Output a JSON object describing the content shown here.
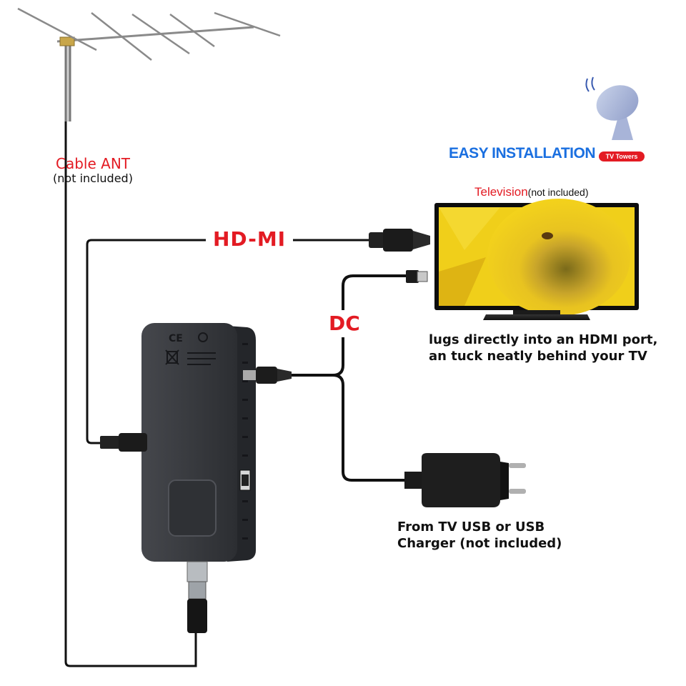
{
  "antenna_label": {
    "title": "Cable ANT",
    "note": "(not included)"
  },
  "hdmi_label": "HD-MI",
  "dc_label": "DC",
  "easy_installation": "EASY INSTALLATION",
  "tower_badge": "TV Towers",
  "television_label": {
    "title": "Television",
    "note": "(not included)"
  },
  "hdmi_description": [
    "lugs directly into an HDMI port,",
    "an tuck neatly behind your TV"
  ],
  "charger_label": [
    "From TV USB or USB",
    "Charger (not included)"
  ],
  "colors": {
    "red": "#e31b23",
    "blue": "#1a6fe0",
    "cable": "#111111",
    "device": "#3a3c40"
  }
}
